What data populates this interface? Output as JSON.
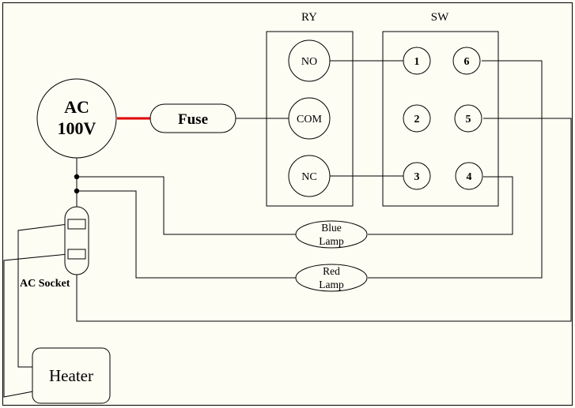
{
  "colors": {
    "background": "#fdfdf3",
    "wire": "#000000",
    "live_wire": "#e00000"
  },
  "power": {
    "line1": "AC",
    "line2": "100V"
  },
  "fuse": {
    "label": "Fuse"
  },
  "relay": {
    "title": "RY",
    "no": "NO",
    "com": "COM",
    "nc": "NC"
  },
  "switch": {
    "title": "SW",
    "t1": "1",
    "t2": "2",
    "t3": "3",
    "t4": "4",
    "t5": "5",
    "t6": "6"
  },
  "blue_lamp": {
    "line1": "Blue",
    "line2": "Lamp"
  },
  "red_lamp": {
    "line1": "Red",
    "line2": "Lamp"
  },
  "socket": {
    "label": "AC Socket"
  },
  "heater": {
    "label": "Heater"
  }
}
